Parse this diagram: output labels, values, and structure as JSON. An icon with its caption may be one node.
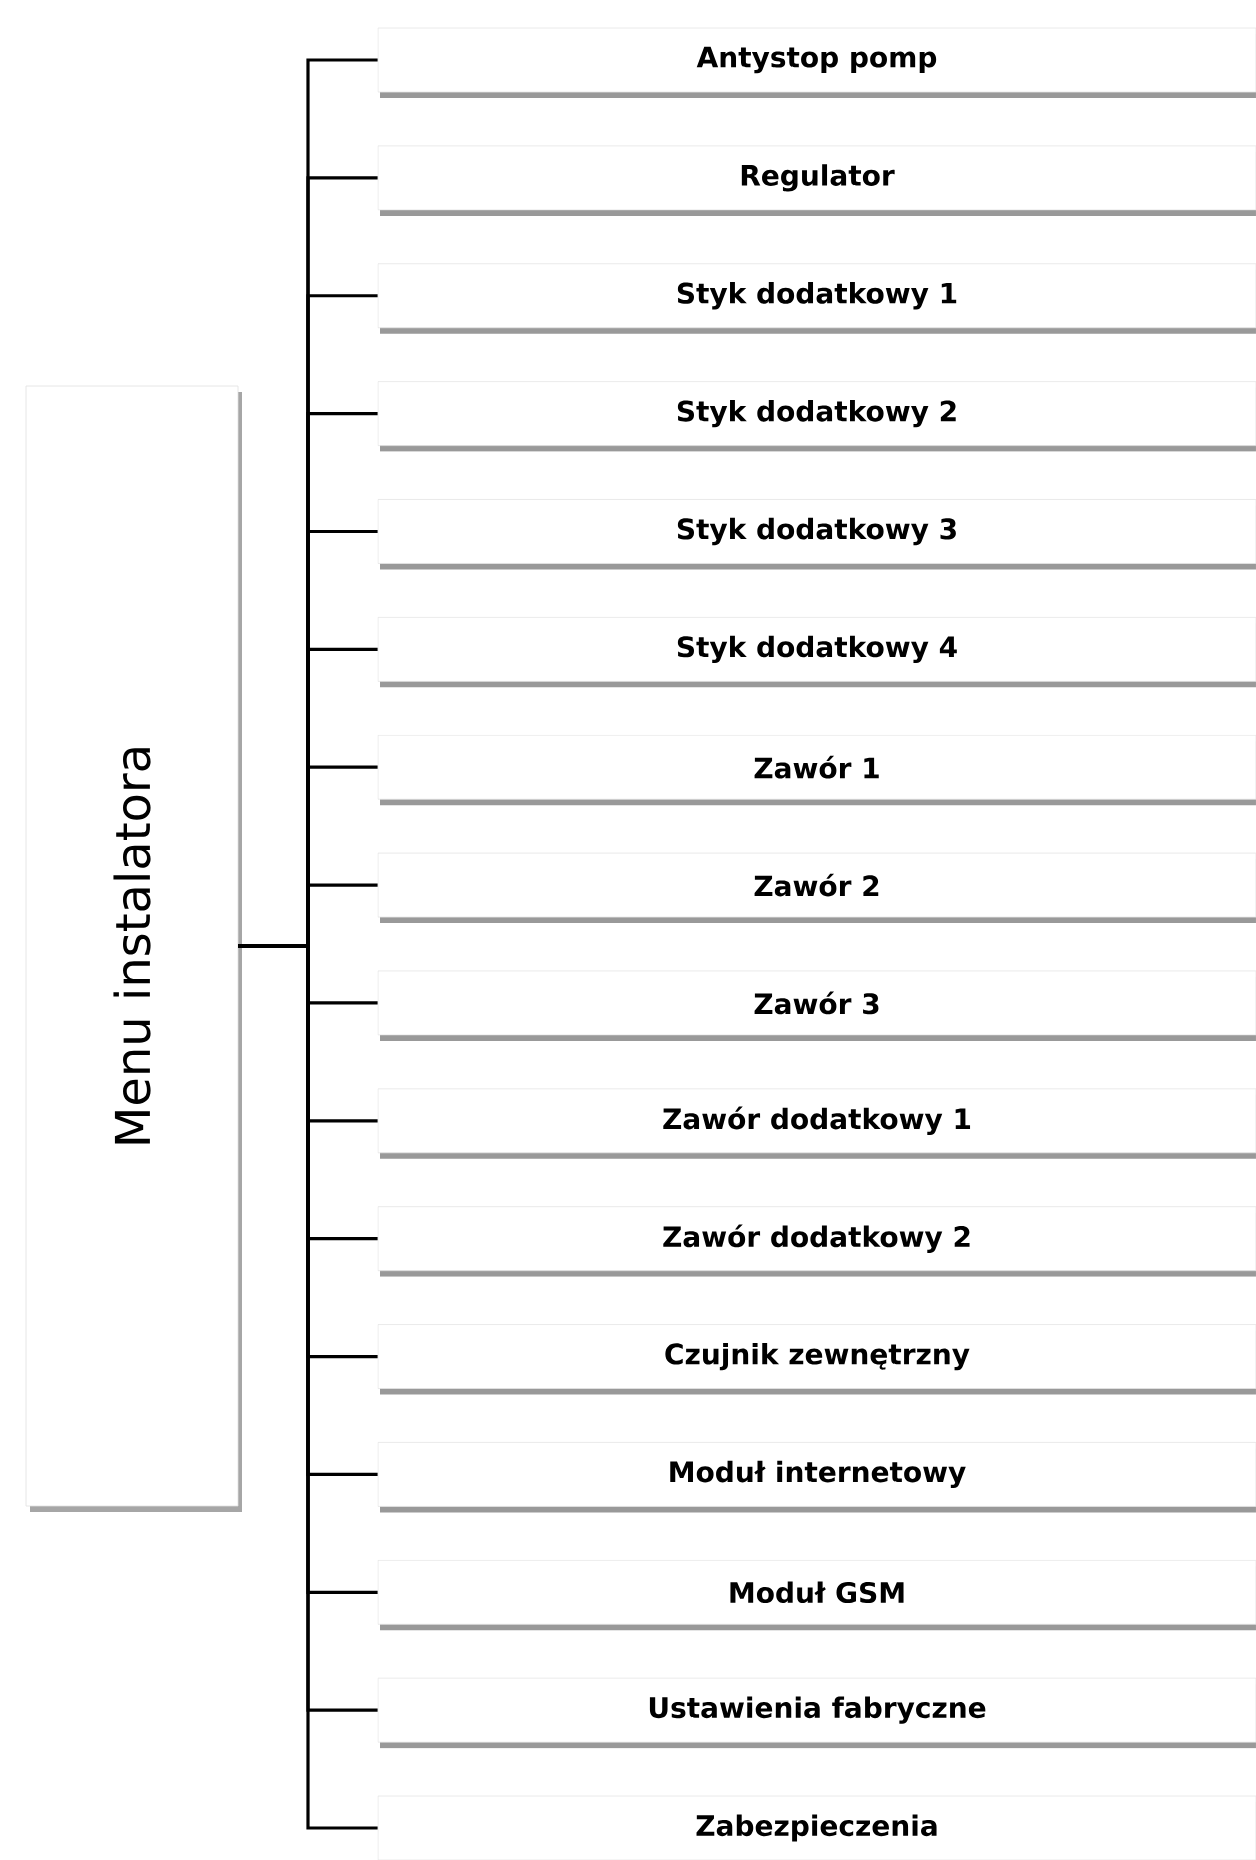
{
  "diagram": {
    "nodes": [
      {
        "text": [
          "Menu instalatora"
        ]
      },
      {
        "text": [
          "Antystop pomp"
        ]
      },
      {
        "text": [
          "Regulator"
        ]
      },
      {
        "text": [
          "Styk dodatkowy 1"
        ]
      },
      {
        "text": [
          "Styk dodatkowy 2"
        ]
      },
      {
        "text": [
          "Styk dodatkowy 3"
        ]
      },
      {
        "text": [
          "Styk dodatkowy 4"
        ]
      },
      {
        "text": [
          "Zawór 1"
        ]
      },
      {
        "text": [
          "Zawór 2"
        ]
      },
      {
        "text": [
          "Zawór 3"
        ]
      },
      {
        "text": [
          "Zawór dodatkowy 1"
        ]
      },
      {
        "text": [
          "Zawór dodatkowy 2"
        ]
      },
      {
        "text": [
          "Czujnik zewnętrzny"
        ]
      },
      {
        "text": [
          "Moduł internetowy"
        ]
      },
      {
        "text": [
          "Moduł GSM"
        ]
      },
      {
        "text": [
          "Ustawienia fabryczne"
        ]
      },
      {
        "text": [
          "Zabezpieczenia"
        ]
      }
    ],
    "edges": [
      {
        "from": 0,
        "to": 1,
        "arrow": "none"
      },
      {
        "from": 0,
        "to": 2,
        "arrow": "none"
      },
      {
        "from": 0,
        "to": 3,
        "arrow": "none"
      },
      {
        "from": 0,
        "to": 4,
        "arrow": "none"
      },
      {
        "from": 0,
        "to": 5,
        "arrow": "none"
      },
      {
        "from": 0,
        "to": 6,
        "arrow": "none"
      },
      {
        "from": 0,
        "to": 7,
        "arrow": "none"
      },
      {
        "from": 0,
        "to": 8,
        "arrow": "none"
      },
      {
        "from": 0,
        "to": 9,
        "arrow": "none"
      },
      {
        "from": 0,
        "to": 10,
        "arrow": "none"
      },
      {
        "from": 0,
        "to": 11,
        "arrow": "none"
      },
      {
        "from": 0,
        "to": 12,
        "arrow": "none"
      },
      {
        "from": 0,
        "to": 13,
        "arrow": "none"
      },
      {
        "from": 0,
        "to": 14,
        "arrow": "none"
      },
      {
        "from": 0,
        "to": 15,
        "arrow": "none"
      },
      {
        "from": 0,
        "to": 16,
        "arrow": "none"
      }
    ]
  }
}
